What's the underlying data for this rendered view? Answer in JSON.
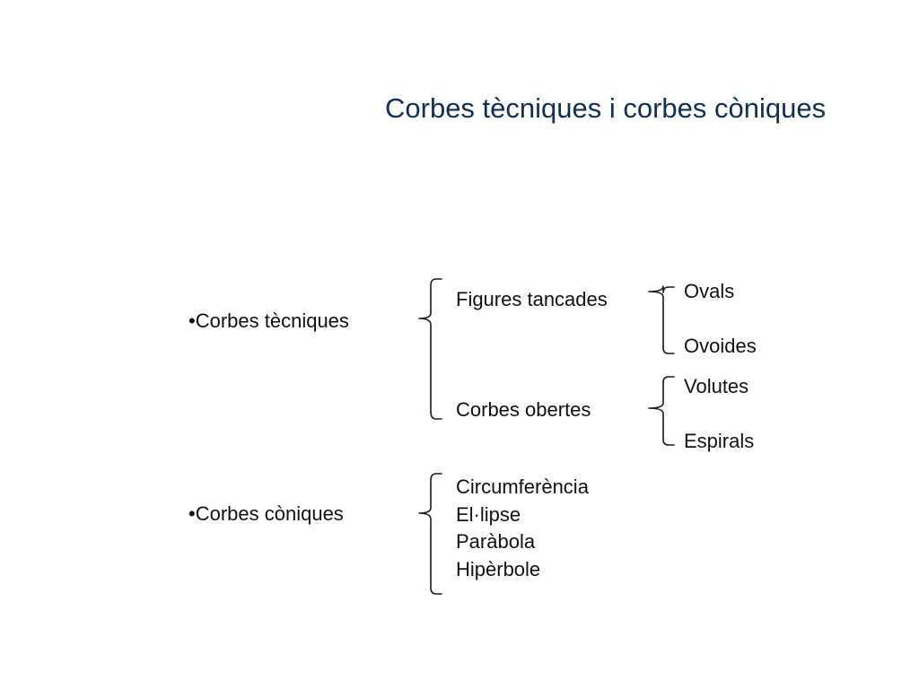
{
  "slide": {
    "title": "Corbes tècniques i corbes còniques"
  },
  "tree": {
    "technical": {
      "label": "•Corbes tècniques",
      "closed": {
        "label": "Figures tancades",
        "items": [
          "Ovals",
          "Ovoides"
        ]
      },
      "open": {
        "label": "Corbes obertes",
        "items": [
          "Volutes",
          "Espirals"
        ]
      }
    },
    "conic": {
      "label": "•Corbes còniques",
      "items": [
        "Circumferència",
        "El·lipse",
        "Paràbola",
        "Hipèrbole"
      ]
    }
  }
}
